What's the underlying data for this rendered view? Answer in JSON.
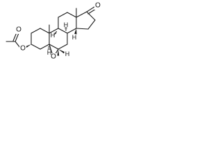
{
  "structure": {
    "atoms": {
      "ketone_oxygen": "O",
      "epoxide_oxygen": "O",
      "ester_oxygen": "O",
      "carbonyl_oxygen": "O",
      "h8": "H",
      "h9": "H",
      "h14": "H",
      "h5": "H",
      "h6": "H"
    },
    "colors": {
      "bonds": "#1a1a1a",
      "text": "#111111",
      "background": "#ffffff"
    }
  }
}
